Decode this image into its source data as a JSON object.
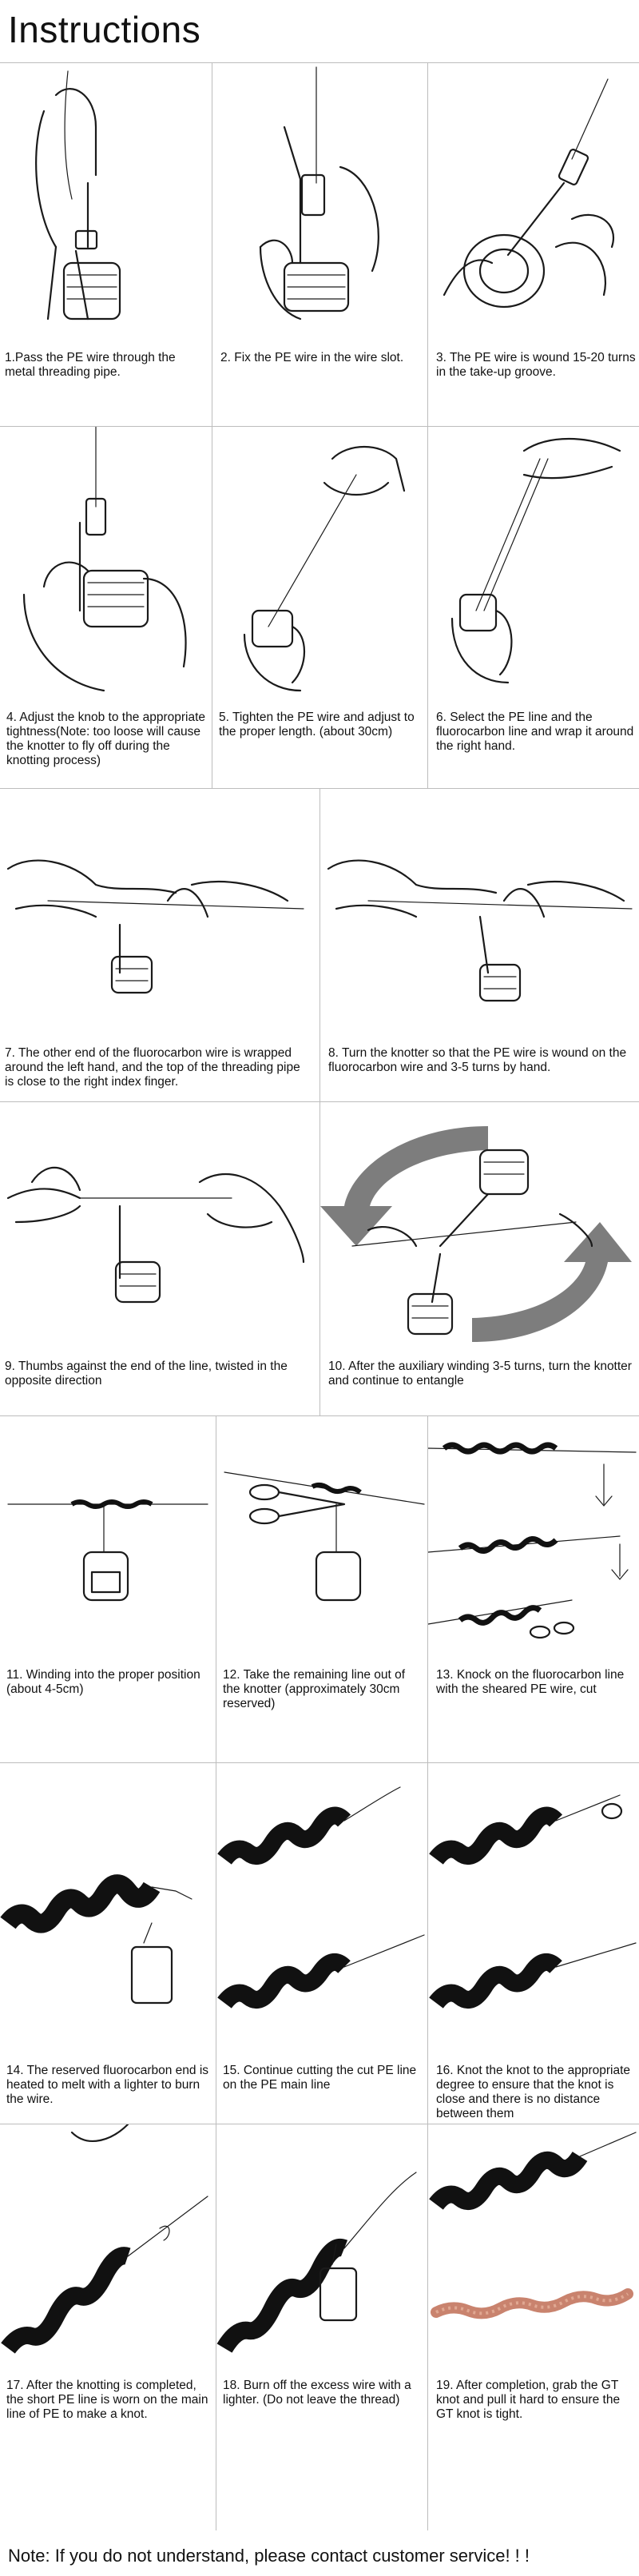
{
  "page": {
    "title": "Instructions",
    "footer": "Note: If you do not understand, please contact customer service! ! !"
  },
  "steps": [
    {
      "caption": "1.Pass the PE wire through the metal threading pipe."
    },
    {
      "caption": "2. Fix the PE wire in the wire slot."
    },
    {
      "caption": "3. The PE wire is wound 15-20 turns in the take-up groove."
    },
    {
      "caption": "4. Adjust the knob to the appropriate tightness(Note: too loose will cause the knotter to fly off during the knotting process)"
    },
    {
      "caption": "5. Tighten the PE wire and adjust to the proper length. (about 30cm)"
    },
    {
      "caption": "6. Select the PE line and the fluorocarbon line and wrap it around the right hand."
    },
    {
      "caption": "7. The other end of the fluorocarbon wire is wrapped around the left hand, and the top of the threading pipe is close to the right index finger."
    },
    {
      "caption": "8. Turn the knotter so that the PE wire is wound on the fluorocarbon wire and 3-5 turns by hand."
    },
    {
      "caption": "9. Thumbs against the end of the line, twisted in the opposite direction"
    },
    {
      "caption": "10. After the auxiliary winding 3-5 turns, turn the knotter and continue to entangle"
    },
    {
      "caption": "11. Winding into the proper position (about 4-5cm)"
    },
    {
      "caption": "12. Take the remaining line out of the knotter (approximately 30cm reserved)"
    },
    {
      "caption": "13. Knock on the fluorocarbon line with the sheared PE wire, cut"
    },
    {
      "caption": "14. The reserved fluorocarbon end is heated to melt with a lighter to burn the wire."
    },
    {
      "caption": "15. Continue cutting the cut PE line on the PE main line"
    },
    {
      "caption": "16. Knot the knot to the appropriate degree to ensure that the knot is close and there is no distance between them"
    },
    {
      "caption": "17. After the knotting is completed, the short PE line is worn on the main line of PE to make a knot."
    },
    {
      "caption": "18. Burn off the excess wire with a lighter. (Do not leave the thread)"
    },
    {
      "caption": "19. After completion, grab the GT knot and pull it hard to ensure the GT knot is tight."
    }
  ]
}
